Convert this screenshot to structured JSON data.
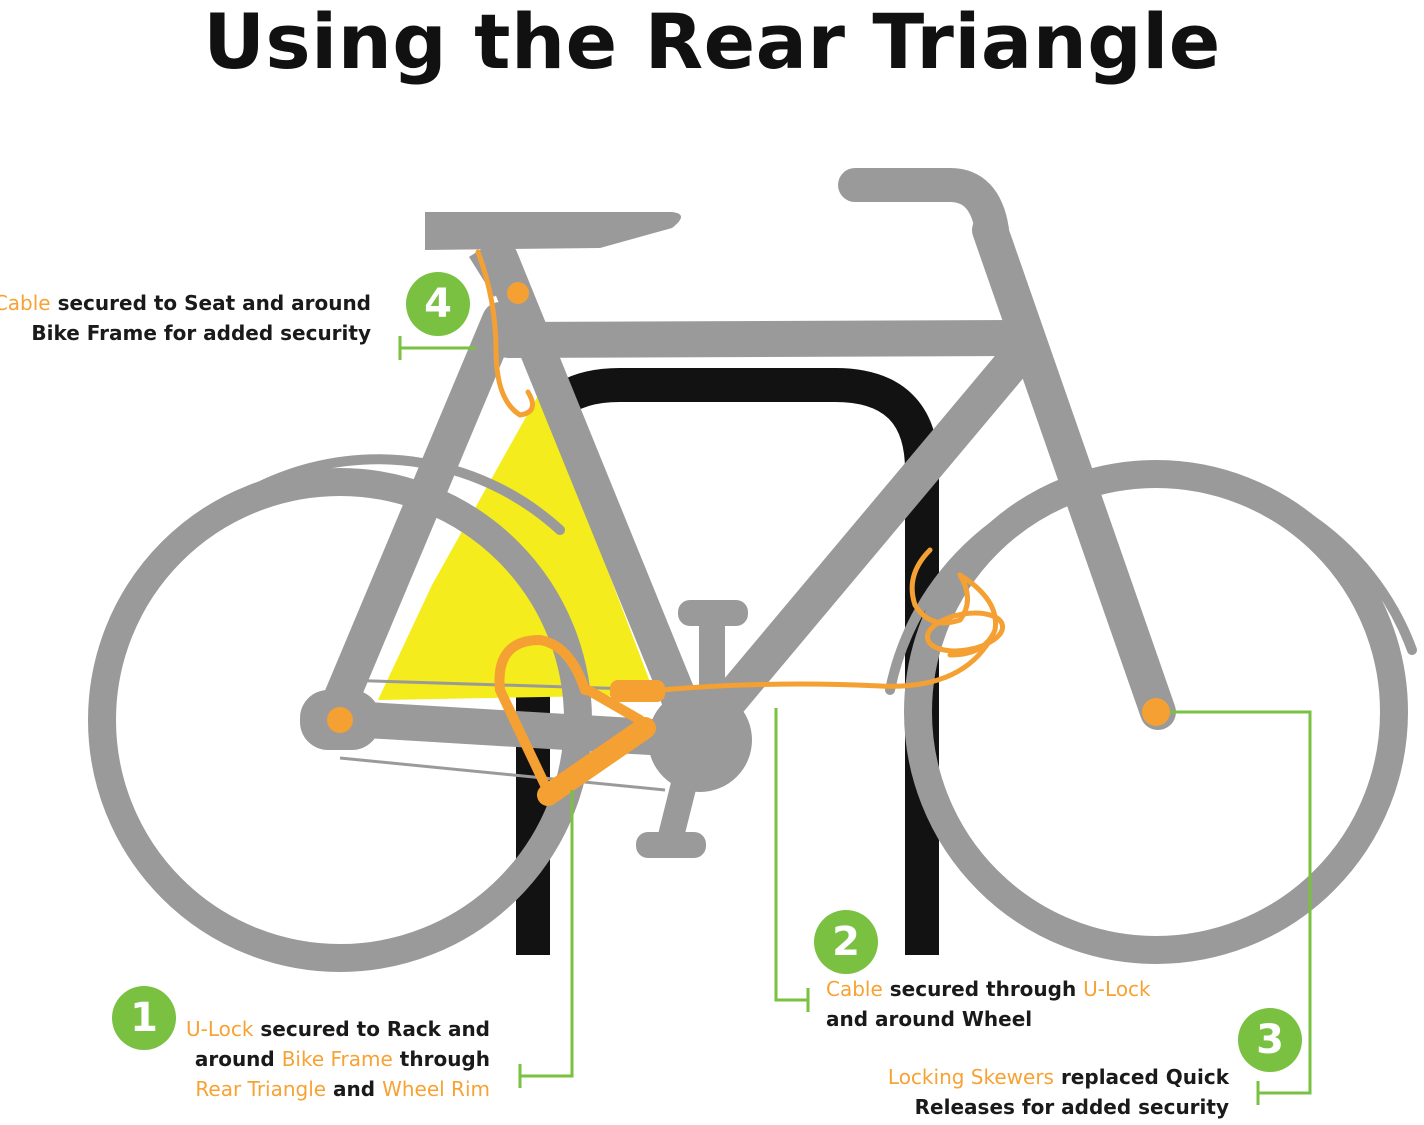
{
  "title": "Using the Rear Triangle",
  "colors": {
    "frame": "#9a9a9a",
    "rack": "#121212",
    "lock_orange": "#f5a033",
    "highlight_yellow": "#f4ec1c",
    "callout_green": "#7ac142"
  },
  "callouts": [
    {
      "number": "1",
      "lines": [
        [
          {
            "t": "U-Lock",
            "hl": true
          },
          {
            "t": " secured to Rack and",
            "hl": false
          }
        ],
        [
          {
            "t": "around ",
            "hl": false
          },
          {
            "t": "Bike Frame",
            "hl": true
          },
          {
            "t": " through",
            "hl": false
          }
        ],
        [
          {
            "t": "Rear Triangle",
            "hl": true
          },
          {
            "t": " and ",
            "hl": false
          },
          {
            "t": "Wheel Rim",
            "hl": true
          }
        ]
      ]
    },
    {
      "number": "2",
      "lines": [
        [
          {
            "t": "Cable",
            "hl": true
          },
          {
            "t": " secured through ",
            "hl": false
          },
          {
            "t": "U-Lock",
            "hl": true
          }
        ],
        [
          {
            "t": "and around Wheel",
            "hl": false
          }
        ]
      ]
    },
    {
      "number": "3",
      "lines": [
        [
          {
            "t": "Locking Skewers",
            "hl": true
          },
          {
            "t": " replaced Quick",
            "hl": false
          }
        ],
        [
          {
            "t": "Releases for added security",
            "hl": false
          }
        ]
      ]
    },
    {
      "number": "4",
      "lines": [
        [
          {
            "t": "Cable",
            "hl": true
          },
          {
            "t": " secured to Seat and around",
            "hl": false
          }
        ],
        [
          {
            "t": "Bike Frame for added security",
            "hl": false
          }
        ]
      ]
    }
  ]
}
